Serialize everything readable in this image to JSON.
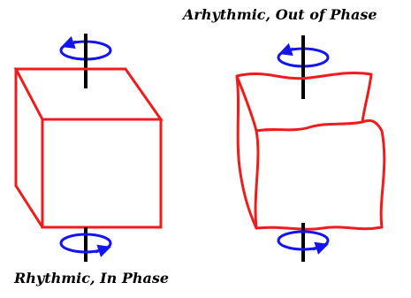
{
  "captions": {
    "right": "Arhythmic, Out of Phase",
    "left": "Rhythmic, In Phase"
  },
  "colors": {
    "outline": "#ee1c1c",
    "rotation_arrow": "#1414f0",
    "axis": "#000000",
    "background": "#ffffff"
  },
  "icons": {
    "rotation": "circular-arrow-icon",
    "axis": "rotation-axis-line"
  }
}
